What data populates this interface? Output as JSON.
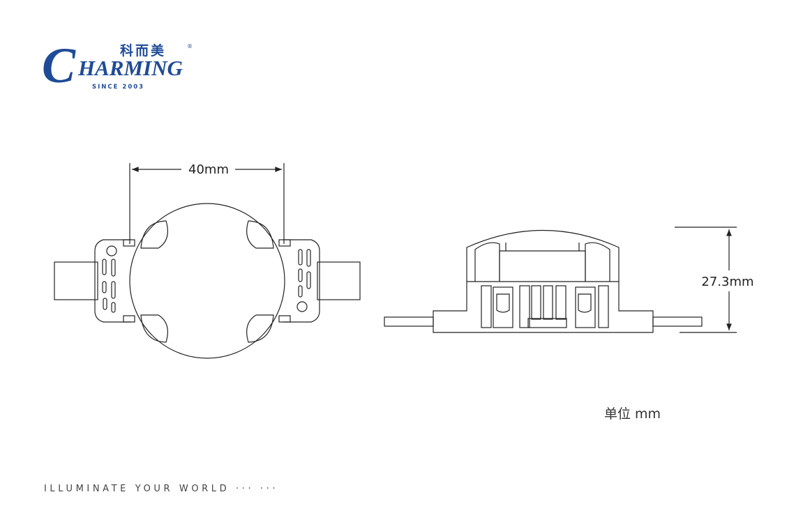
{
  "brand": {
    "initial": "C",
    "word": "HARMING",
    "chinese": "科而美",
    "registered": "®",
    "since": "SINCE 2003",
    "color": "#1f4b97"
  },
  "slogan": "ILLUMINATE YOUR WORLD ··· ···",
  "unit_note": "单位 mm",
  "dimensions": {
    "width_label": "40mm",
    "height_label": "27.3mm"
  },
  "colors": {
    "line": "#222222",
    "background": "#ffffff"
  }
}
